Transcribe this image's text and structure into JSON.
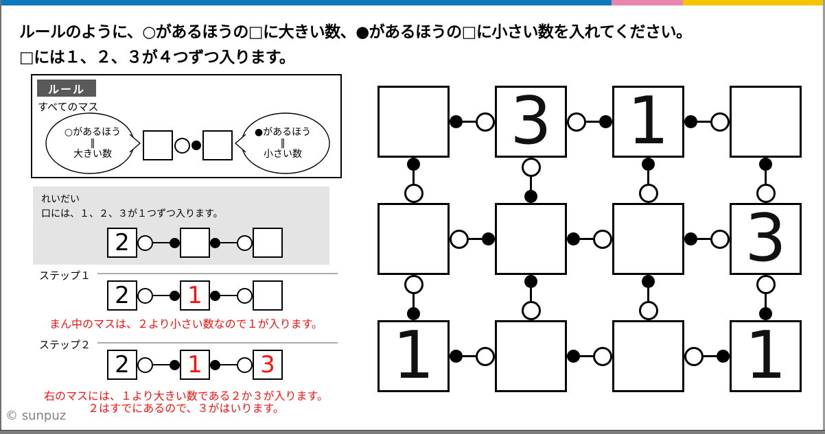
{
  "page": {
    "title_line1": "ルールのように、○があるほうの□に大きい数、●があるほうの□に小さい数を入れてください。",
    "title_line2": "□には１、２、３が４つずつ入ります。",
    "footer": "© sunpuz",
    "colors": {
      "bar_blue": "#0d78bc",
      "bar_pink": "#e886ad",
      "bar_yellow": "#f5c400",
      "note_red": "#ff1010",
      "rule_header_bg": "#595959",
      "example_bg": "#e4e4e4",
      "footer_gray": "#808080"
    }
  },
  "rule_box": {
    "header": "ルール",
    "subtitle": "すべてのマス",
    "left_bubble": {
      "line1": "○があるほう",
      "line2": "‖",
      "line3": "大きい数"
    },
    "right_bubble": {
      "line1": "●があるほう",
      "line2": "‖",
      "line3": "小さい数"
    }
  },
  "example": {
    "label": "れいだい",
    "description": "口には、１、２、３が１つずつ入ります。",
    "row": {
      "values": [
        "2",
        "",
        ""
      ],
      "colors": [
        "black",
        "",
        ""
      ],
      "connectors": [
        "circle-dot",
        "dot-circle"
      ]
    }
  },
  "step1": {
    "label": "ステップ１",
    "row": {
      "values": [
        "2",
        "1",
        ""
      ],
      "colors": [
        "black",
        "red",
        ""
      ],
      "connectors": [
        "circle-dot",
        "dot-circle"
      ]
    },
    "note": "まん中のマスは、２より小さい数なので１が入ります。"
  },
  "step2": {
    "label": "ステップ２",
    "row": {
      "values": [
        "2",
        "1",
        "3"
      ],
      "colors": [
        "black",
        "red",
        "red"
      ],
      "connectors": [
        "circle-dot",
        "dot-circle"
      ]
    },
    "note1": "右のマスには、１より大きい数である２か３が入ります。",
    "note2": "２はすでにあるので、３がはいります。"
  },
  "puzzle": {
    "rows": 3,
    "cols": 4,
    "cells": [
      [
        "",
        "3",
        "1",
        ""
      ],
      [
        "",
        "",
        "",
        "3"
      ],
      [
        "1",
        "",
        "",
        "1"
      ]
    ],
    "h_connectors": [
      [
        "dot-circle",
        "circle-dot",
        "dot-circle"
      ],
      [
        "circle-dot",
        "dot-circle",
        "dot-circle"
      ],
      [
        "dot-circle",
        "dot-circle",
        "circle-dot"
      ]
    ],
    "v_connectors": [
      [
        "dot-circle",
        "circle-dot",
        "dot-circle",
        "dot-circle"
      ],
      [
        "circle-dot",
        "dot-circle",
        "dot-circle",
        "circle-dot"
      ]
    ]
  }
}
